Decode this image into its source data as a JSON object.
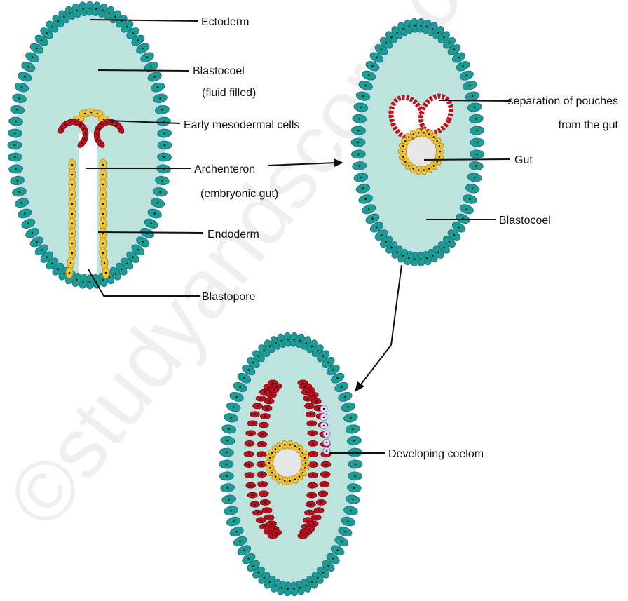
{
  "labels": {
    "ectoderm": "Ectoderm",
    "blastocoel_1": "Blastocoel",
    "blastocoel_1_note": "(fluid filled)",
    "early_mesodermal": "Early mesodermal cells",
    "archenteron": "Archenteron",
    "archenteron_note": "(embryonic gut)",
    "endoderm": "Endoderm",
    "blastopore": "Blastopore",
    "separation_line1": "separation of pouches",
    "separation_line2": "from the gut",
    "gut": "Gut",
    "blastocoel_2": "Blastocoel",
    "developing_coelom": "Developing coelom"
  },
  "watermark": "©studyandscore.com",
  "colors": {
    "ectoderm_cell": "#1a9e8e",
    "ectoderm_outline": "#2a5fa8",
    "blastocoel": "#bde3dd",
    "endoderm_cell": "#f0c53a",
    "mesoderm_cell": "#c0101e",
    "coelom_cell": "#e6d8ee",
    "gut_lumen": "#e6e6e6"
  }
}
